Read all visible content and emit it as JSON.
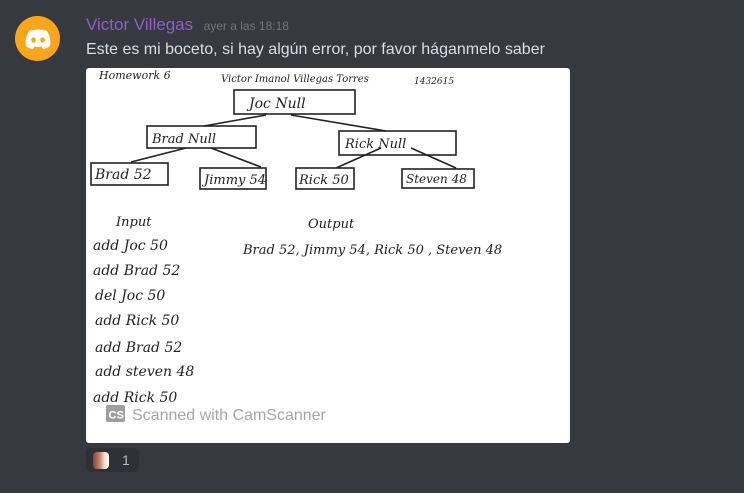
{
  "message": {
    "username": "Victor Villegas",
    "timestamp": "ayer a las 18:18",
    "text": "Este es mi boceto, si hay algún error, por favor háganmelo saber"
  },
  "sketch": {
    "header_left": "Homework 6",
    "header_name": "Victor Imanol Villegas Torres",
    "header_id": "1432615",
    "tree": {
      "root": "Joc Null",
      "left": "Brad Null",
      "right": "Rick Null",
      "leaves": [
        "Brad 52",
        "Jimmy 54",
        "Rick 50",
        "Steven 48"
      ]
    },
    "input_label": "Input",
    "input_lines": [
      "add Joc 50",
      "add Brad 52",
      "del Joc 50",
      "add Rick 50",
      "add Brad 52",
      "add steven 48",
      "add Rick 50"
    ],
    "output_label": "Output",
    "output_text": "Brad 52, Jimmy 54, Rick 50 , Steven 48",
    "watermark": "Scanned with CamScanner",
    "watermark_logo": "CS"
  },
  "reaction": {
    "count": "1"
  },
  "colors": {
    "background": "#36393f",
    "username": "#8e5fc8",
    "avatar": "#faa61a"
  },
  "icons": {
    "avatar": "discord-logo-icon"
  }
}
